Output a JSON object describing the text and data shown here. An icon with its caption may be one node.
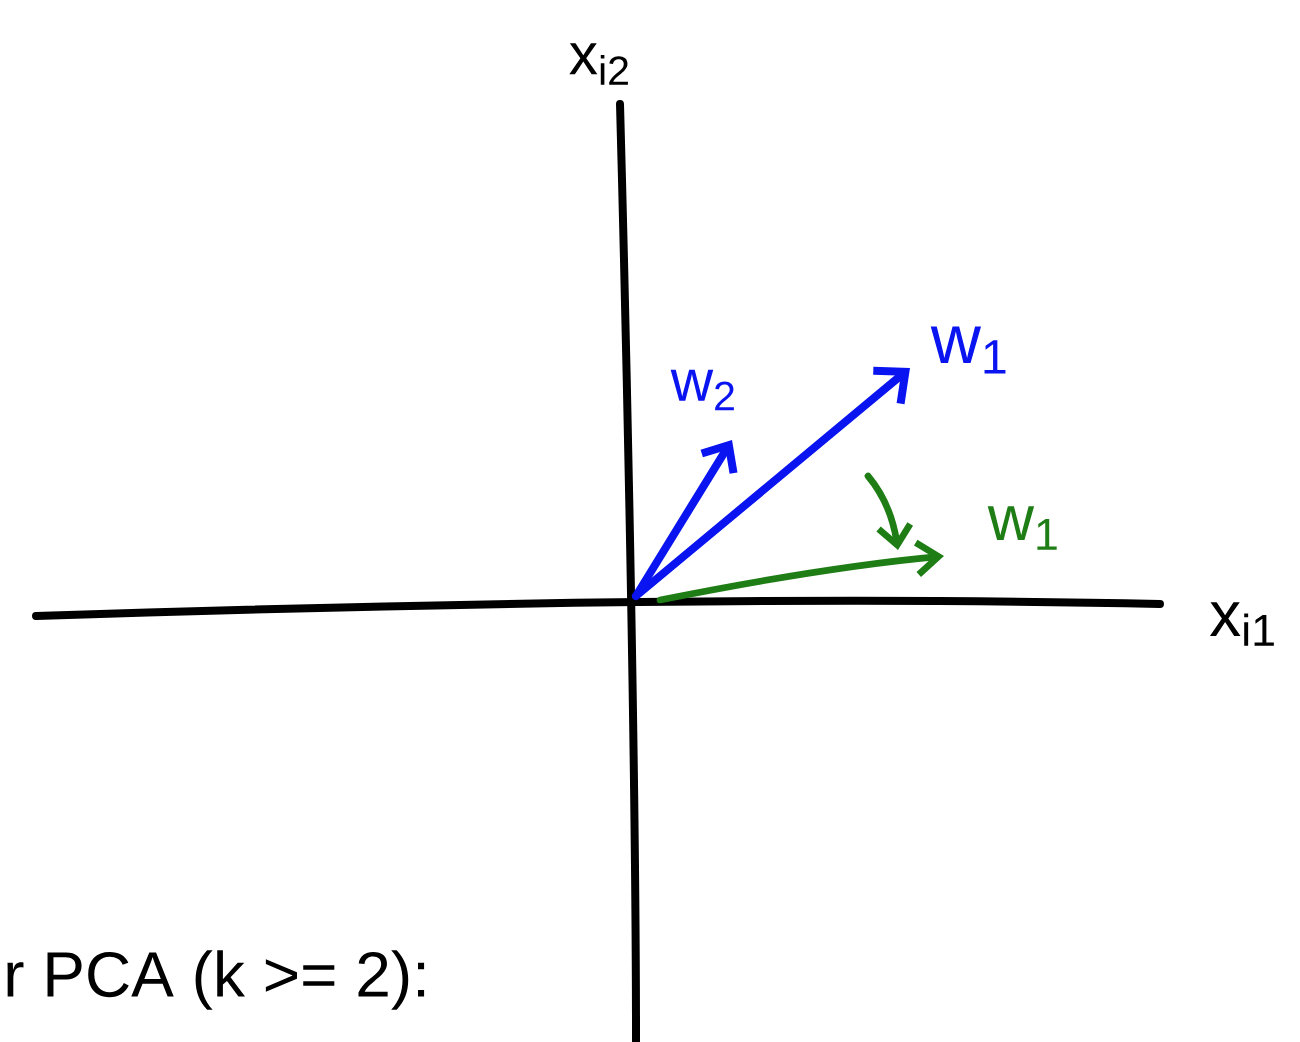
{
  "diagram": {
    "labels": [
      "x$_{i2}$",
      "w$_{2}$",
      "w$_{1}$",
      "w$_{1}$",
      "x$_{i1}$",
      "r PCA (k >= 2):"
    ]
  }
}
